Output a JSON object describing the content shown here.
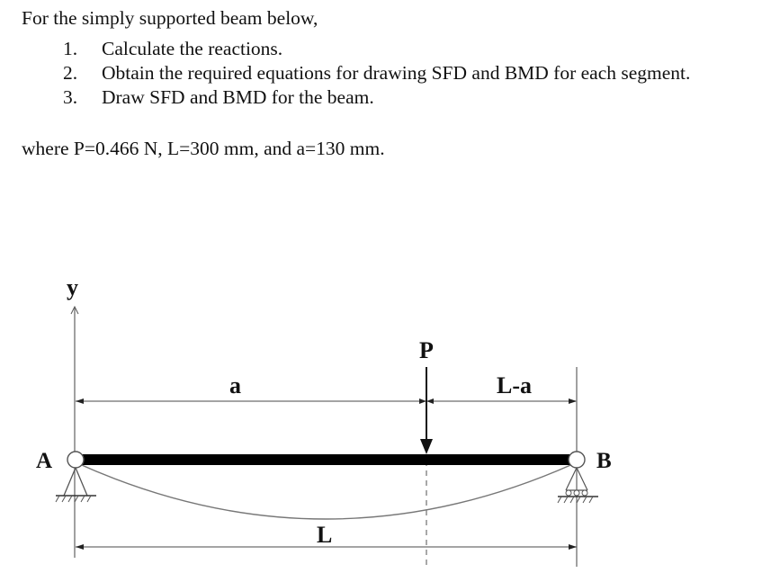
{
  "problem": {
    "intro": "For the simply supported beam below,",
    "tasks": [
      {
        "number": "1.",
        "text": "Calculate the reactions."
      },
      {
        "number": "2.",
        "text": "Obtain the required equations for drawing SFD and BMD for each segment."
      },
      {
        "number": "3.",
        "text": "Draw SFD and BMD for the beam."
      }
    ],
    "given": "where P=0.466 N,  L=300 mm, and  a=130 mm."
  },
  "diagram": {
    "labels": {
      "y_axis": "y",
      "support_left": "A",
      "support_right": "B",
      "load": "P",
      "dim_a": "a",
      "dim_l_minus_a": "L-a",
      "dim_l": "L"
    },
    "support_left_type": "pin",
    "support_right_type": "roller",
    "colors": {
      "beam": "#000000",
      "lines": "#6e6e6e"
    }
  }
}
